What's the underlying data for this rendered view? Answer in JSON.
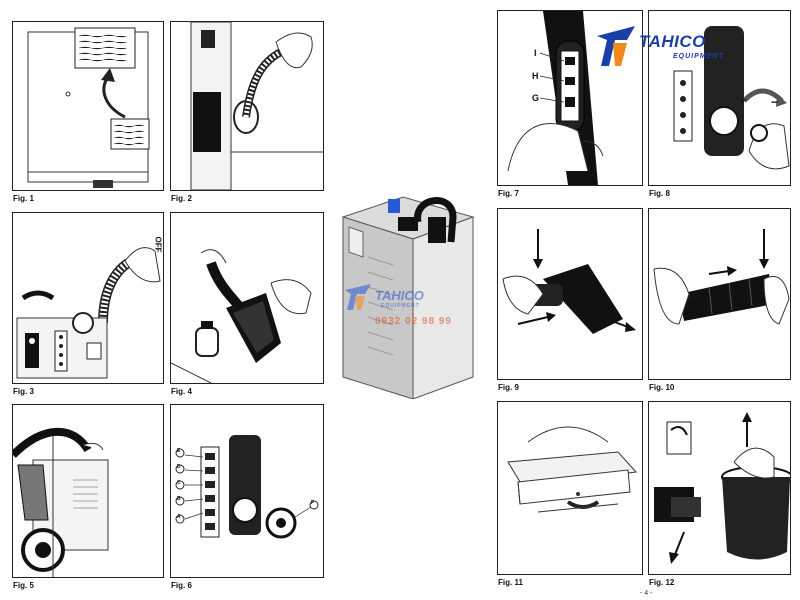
{
  "figures": [
    {
      "id": "fig1",
      "caption": "Fig. 1"
    },
    {
      "id": "fig2",
      "caption": "Fig. 2"
    },
    {
      "id": "fig3",
      "caption": "Fig. 3"
    },
    {
      "id": "fig4",
      "caption": "Fig. 4"
    },
    {
      "id": "fig5",
      "caption": "Fig. 5"
    },
    {
      "id": "fig6",
      "caption": "Fig. 6"
    },
    {
      "id": "fig7",
      "caption": "Fig. 7"
    },
    {
      "id": "fig8",
      "caption": "Fig. 8"
    },
    {
      "id": "fig9",
      "caption": "Fig. 9"
    },
    {
      "id": "fig10",
      "caption": "Fig. 10"
    },
    {
      "id": "fig11",
      "caption": "Fig. 11"
    },
    {
      "id": "fig12",
      "caption": "Fig. 12"
    }
  ],
  "fig3_label": "OFF",
  "fig6_letters": [
    "E",
    "D",
    "C",
    "B",
    "A",
    "F"
  ],
  "fig7_letters": [
    "I",
    "H",
    "G"
  ],
  "fig8_signs": {
    "plus": "+",
    "minus": "−"
  },
  "watermark": {
    "brand": "TAHICO",
    "sub": "EQUIPMENT",
    "phone": "0932 02 98 99"
  },
  "logo": {
    "brand": "TAHICO",
    "sub": "EQUIPMENT"
  },
  "page_number": "- 4 -",
  "colors": {
    "brand_blue": "#1a3fa8",
    "brand_orange": "#f08a1c",
    "phone_red": "#e04a1a"
  }
}
